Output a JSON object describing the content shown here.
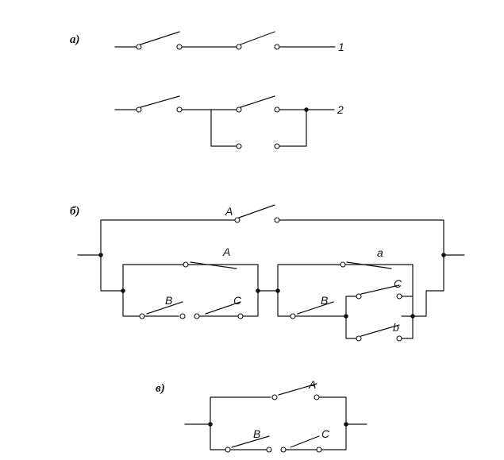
{
  "part_labels": {
    "a": "а)",
    "b": "б)",
    "c": "в)"
  },
  "circuit_a": {
    "line1_number": "1",
    "line2_number": "2"
  },
  "circuit_b": {
    "switch_top": "A",
    "switch_left_top": "A",
    "switch_left_bottom_1": "B",
    "switch_left_bottom_2": "C",
    "switch_right_top": "a",
    "switch_right_mid_left": "B",
    "switch_right_mid_right": "C",
    "switch_right_bottom": "b"
  },
  "circuit_c": {
    "switch_top": "A",
    "switch_bottom_1": "B",
    "switch_bottom_2": "C"
  }
}
